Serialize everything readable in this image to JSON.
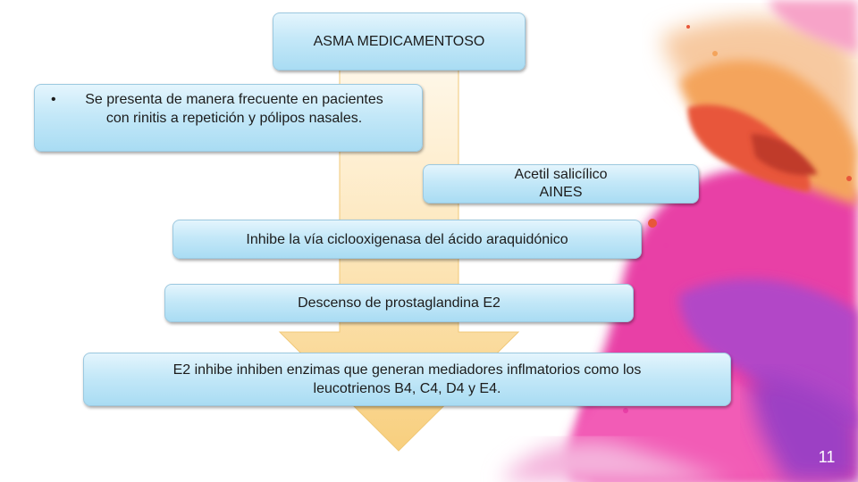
{
  "diagram": {
    "title": "ASMA MEDICAMENTOSO",
    "bullet_text": "Se presenta de manera frecuente en pacientes con rinitis a repetición y pólipos nasales.",
    "bullet_symbol": "•",
    "drugs": {
      "line1": "Acetil salicílico",
      "line2": "AINES"
    },
    "step1": "Inhibe la vía ciclooxigenasa del ácido araquidónico",
    "step2": "Descenso de prostaglandina E2",
    "step3": {
      "line1": "E2 inhibe inhiben enzimas que generan mediadores inflmatorios como los",
      "line2": "leucotrienos B4, C4, D4 y E4."
    },
    "arrow_color": "#f9d48a"
  },
  "page_number": "11"
}
